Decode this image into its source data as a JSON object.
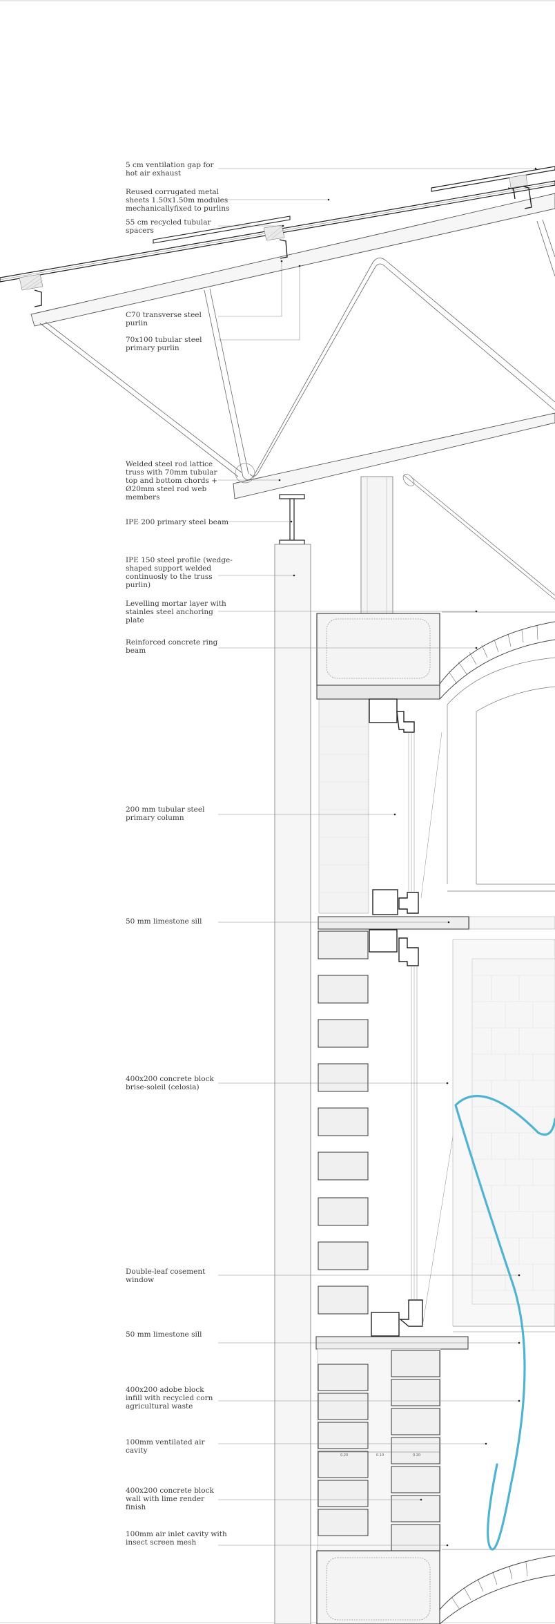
{
  "annotations": [
    {
      "id": "vent-gap",
      "lines": [
        "5 cm ventilation gap for",
        "hot air exhaust"
      ]
    },
    {
      "id": "metal-sheets",
      "lines": [
        "Reused corrugated metal",
        "sheets 1.50x1.50m modules",
        "mechanicallyfixed to purlins"
      ]
    },
    {
      "id": "spacers",
      "lines": [
        "55 cm recycled tubular",
        "spacers"
      ]
    },
    {
      "id": "c70-purlin",
      "lines": [
        "C70 transverse steel",
        "purlin"
      ]
    },
    {
      "id": "primary-purlin",
      "lines": [
        "70x100 tubular steel",
        "primary purlin"
      ]
    },
    {
      "id": "lattice-truss",
      "lines": [
        "Welded steel rod lattice",
        "truss with 70mm tubular",
        "top and bottom chords +",
        "Ø20mm steel rod web",
        "members"
      ]
    },
    {
      "id": "ipe200",
      "lines": [
        "IPE 200 primary steel beam"
      ]
    },
    {
      "id": "ipe150",
      "lines": [
        "IPE 150 steel profile (wedge-",
        "shaped support welded",
        "continuosly to the truss",
        "purlin)"
      ]
    },
    {
      "id": "levelling-mortar",
      "lines": [
        "Levelling mortar layer with",
        "stainles steel anchoring",
        "plate"
      ]
    },
    {
      "id": "ring-beam",
      "lines": [
        "Reinforced concrete ring",
        "beam"
      ]
    },
    {
      "id": "column",
      "lines": [
        "200 mm tubular steel",
        "primary column"
      ]
    },
    {
      "id": "sill-1",
      "lines": [
        "50 mm limestone sill"
      ]
    },
    {
      "id": "brise-soleil",
      "lines": [
        "400x200 concrete block",
        "brise-soleil (celosia)"
      ]
    },
    {
      "id": "casement",
      "lines": [
        "Double-leaf cosement",
        "window"
      ]
    },
    {
      "id": "sill-2",
      "lines": [
        "50 mm limestone sill"
      ]
    },
    {
      "id": "adobe-infill",
      "lines": [
        "400x200 adobe block",
        "infill with recycled corn",
        "agricultural waste"
      ]
    },
    {
      "id": "ventilated-cavity",
      "lines": [
        "100mm ventilated air",
        "cavity"
      ]
    },
    {
      "id": "concrete-wall",
      "lines": [
        "400x200 concrete block",
        "wall with lime render",
        "finish"
      ]
    },
    {
      "id": "air-inlet",
      "lines": [
        "100mm air inlet cavity with",
        "insect screen mesh"
      ]
    }
  ],
  "dimensions": [
    "0.20",
    "0.10",
    "0.20"
  ],
  "colors": {
    "line": "#444444",
    "fill_light": "#f4f4f4",
    "airflow": "#4fb3d1"
  }
}
